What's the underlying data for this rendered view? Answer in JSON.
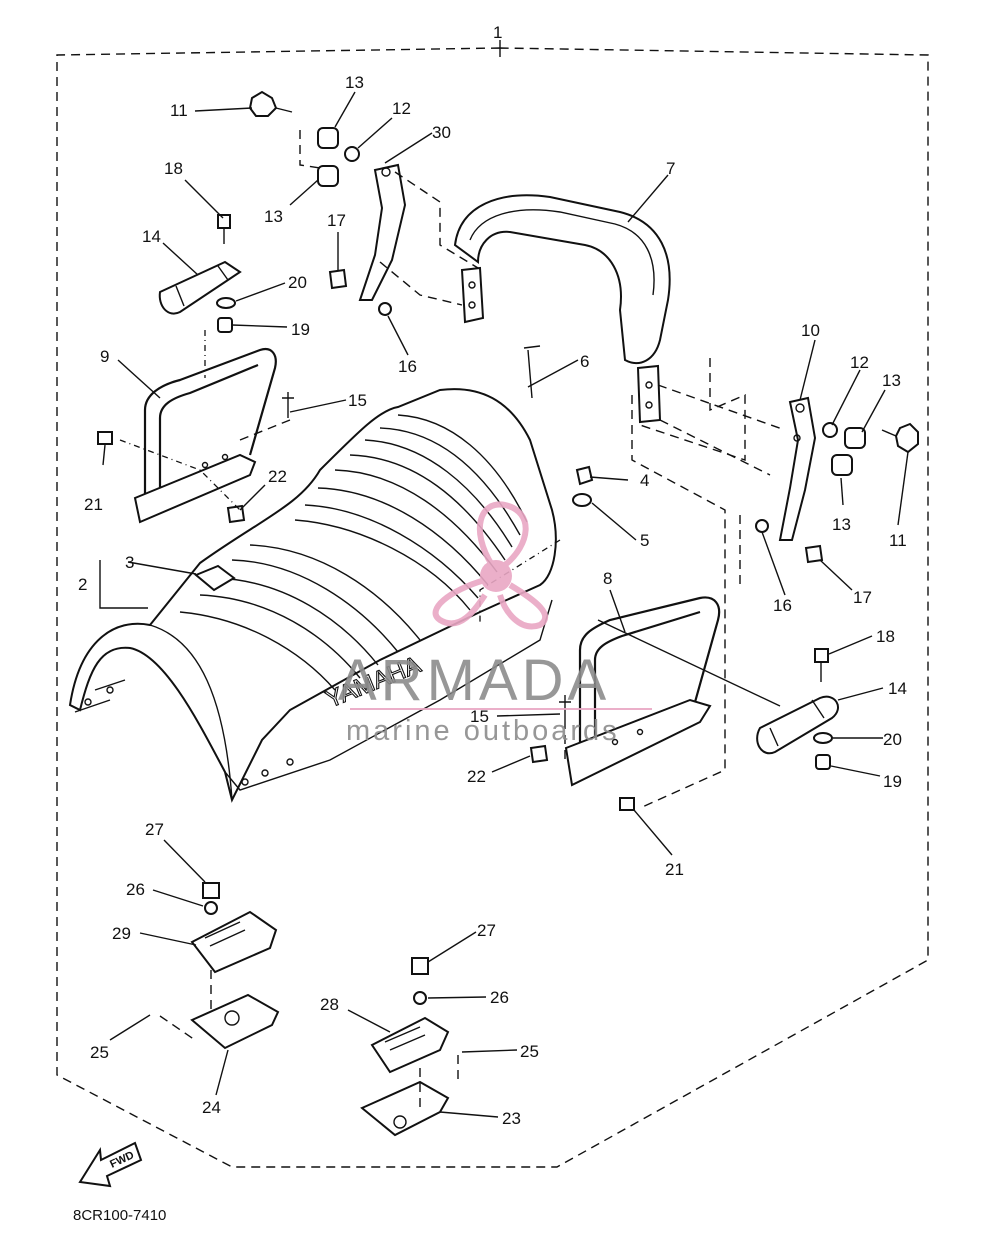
{
  "diagram_code": "8CR100-7410",
  "direction_marker": "FWD",
  "watermark": {
    "brand": "ARMADA",
    "tagline": "marine outboards",
    "logo_color": "#e9a7c4"
  },
  "seat_marking": "YAMAHA",
  "callouts": [
    {
      "id": "c1",
      "label": "1"
    },
    {
      "id": "c2",
      "label": "2"
    },
    {
      "id": "c3",
      "label": "3"
    },
    {
      "id": "c4",
      "label": "4"
    },
    {
      "id": "c5",
      "label": "5"
    },
    {
      "id": "c6",
      "label": "6"
    },
    {
      "id": "c7",
      "label": "7"
    },
    {
      "id": "c8",
      "label": "8"
    },
    {
      "id": "c9",
      "label": "9"
    },
    {
      "id": "c10",
      "label": "10"
    },
    {
      "id": "c11a",
      "label": "11"
    },
    {
      "id": "c11b",
      "label": "11"
    },
    {
      "id": "c12a",
      "label": "12"
    },
    {
      "id": "c12b",
      "label": "12"
    },
    {
      "id": "c13a",
      "label": "13"
    },
    {
      "id": "c13b",
      "label": "13"
    },
    {
      "id": "c13c",
      "label": "13"
    },
    {
      "id": "c13d",
      "label": "13"
    },
    {
      "id": "c14a",
      "label": "14"
    },
    {
      "id": "c14b",
      "label": "14"
    },
    {
      "id": "c15a",
      "label": "15"
    },
    {
      "id": "c15b",
      "label": "15"
    },
    {
      "id": "c16a",
      "label": "16"
    },
    {
      "id": "c16b",
      "label": "16"
    },
    {
      "id": "c17a",
      "label": "17"
    },
    {
      "id": "c17b",
      "label": "17"
    },
    {
      "id": "c18a",
      "label": "18"
    },
    {
      "id": "c18b",
      "label": "18"
    },
    {
      "id": "c19a",
      "label": "19"
    },
    {
      "id": "c19b",
      "label": "19"
    },
    {
      "id": "c20a",
      "label": "20"
    },
    {
      "id": "c20b",
      "label": "20"
    },
    {
      "id": "c21a",
      "label": "21"
    },
    {
      "id": "c21b",
      "label": "21"
    },
    {
      "id": "c22a",
      "label": "22"
    },
    {
      "id": "c22b",
      "label": "22"
    },
    {
      "id": "c23",
      "label": "23"
    },
    {
      "id": "c24",
      "label": "24"
    },
    {
      "id": "c25a",
      "label": "25"
    },
    {
      "id": "c25b",
      "label": "25"
    },
    {
      "id": "c26a",
      "label": "26"
    },
    {
      "id": "c26b",
      "label": "26"
    },
    {
      "id": "c27a",
      "label": "27"
    },
    {
      "id": "c27b",
      "label": "27"
    },
    {
      "id": "c28",
      "label": "28"
    },
    {
      "id": "c29",
      "label": "29"
    },
    {
      "id": "c30",
      "label": "30"
    }
  ]
}
